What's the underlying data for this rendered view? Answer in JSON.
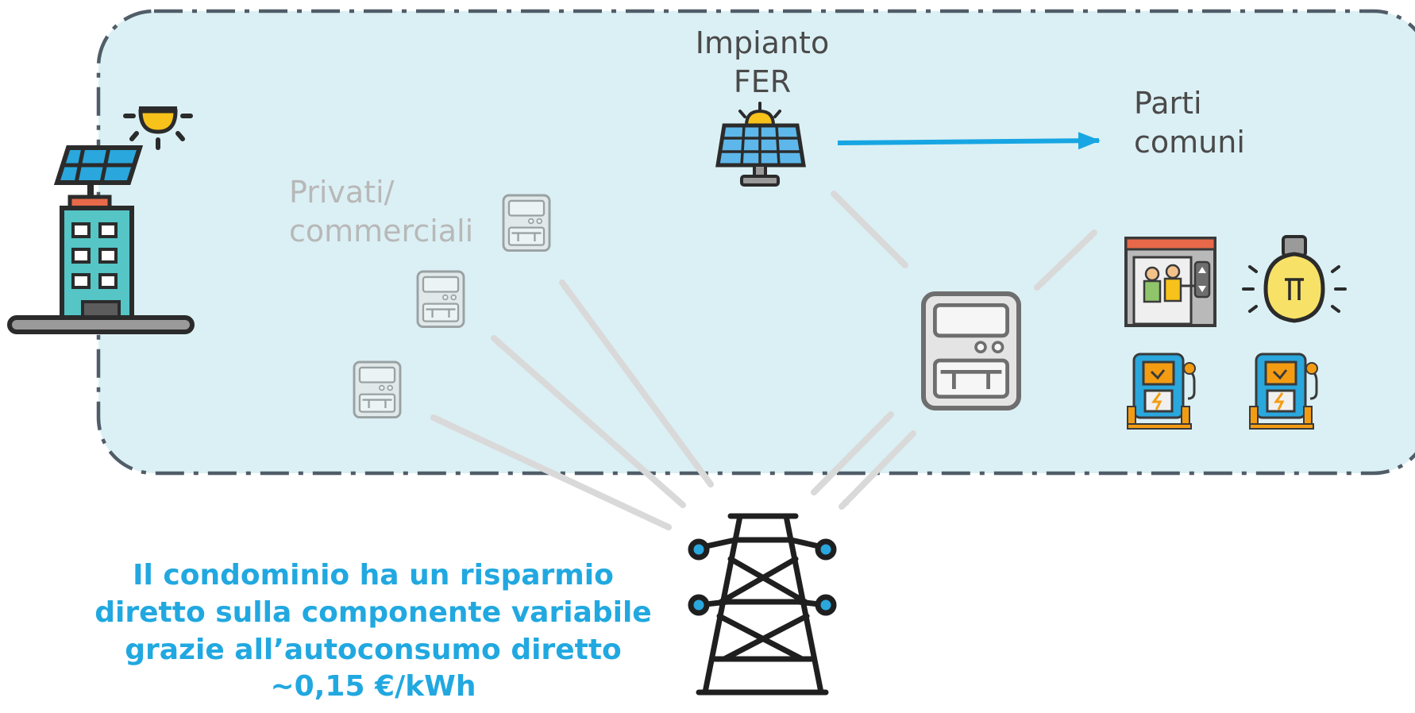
{
  "labels": {
    "plant_line1": "Impianto",
    "plant_line2": "FER",
    "common_line1": "Parti",
    "common_line2": "comuni",
    "private_line1": "Privati/",
    "private_line2": "commerciali"
  },
  "message": {
    "line1": "Il condominio ha un risparmio",
    "line2": "diretto sulla componente variabile",
    "line3": "grazie all’autoconsumo diretto",
    "line4": "~0,15 €/kWh"
  },
  "colors": {
    "area_fill": "#dbf0f4",
    "area_border": "#505d68",
    "flow_arrow_main": "#17a6e3",
    "flow_arrow_grey": "#d9d9d9",
    "message_text": "#21a8e0"
  },
  "icons": [
    "building-solar-icon",
    "solar-panel-icon",
    "main-meter-icon",
    "private-meter-icon",
    "elevator-icon",
    "light-bulb-icon",
    "ev-charger-icon",
    "pylon-icon"
  ]
}
